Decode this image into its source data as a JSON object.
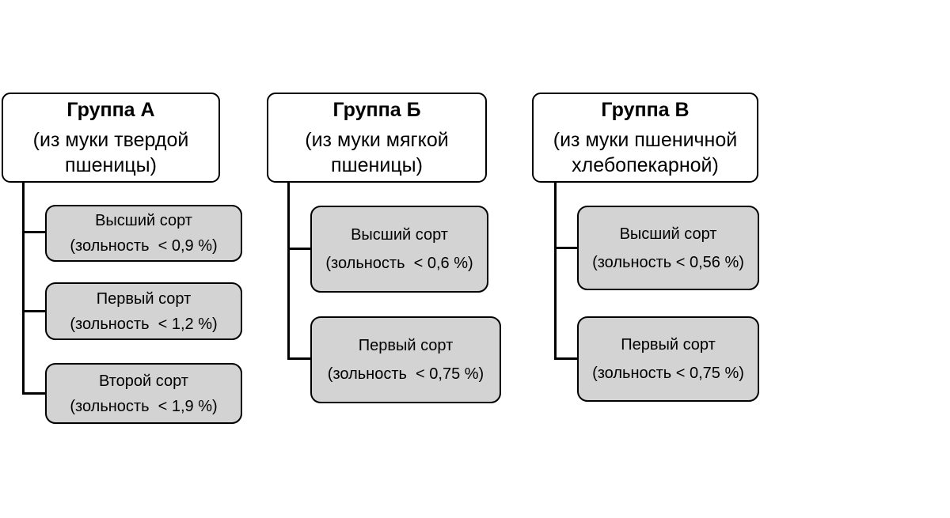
{
  "diagram": {
    "background_color": "#ffffff",
    "line_color": "#000000",
    "parent_box_fill": "#ffffff",
    "child_box_fill": "#d3d3d3",
    "groups": [
      {
        "title": "Группа А",
        "subtitle": "(из муки твердой пшеницы)",
        "grades": [
          {
            "name": "Высший сорт",
            "detail": "(зольность  < 0,9 %)"
          },
          {
            "name": "Первый сорт",
            "detail": "(зольность  < 1,2 %)"
          },
          {
            "name": "Второй сорт",
            "detail": "(зольность  < 1,9 %)"
          }
        ]
      },
      {
        "title": "Группа Б",
        "subtitle": "(из муки мягкой пшеницы)",
        "grades": [
          {
            "name": "Высший сорт",
            "detail": "(зольность  < 0,6 %)"
          },
          {
            "name": "Первый сорт",
            "detail": "(зольность  < 0,75 %)"
          }
        ]
      },
      {
        "title": "Группа В",
        "subtitle": "(из муки пшеничной хлебопекарной)",
        "grades": [
          {
            "name": "Высший сорт",
            "detail": "(зольность < 0,56 %)"
          },
          {
            "name": "Первый сорт",
            "detail": "(зольность < 0,75 %)"
          }
        ]
      }
    ]
  }
}
